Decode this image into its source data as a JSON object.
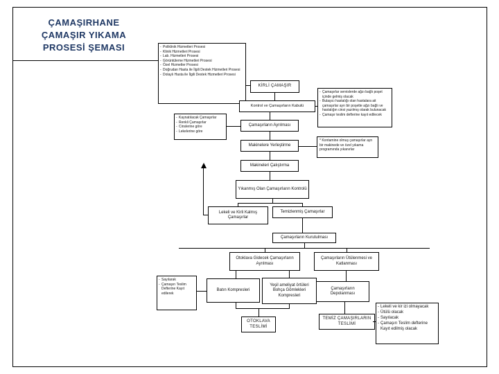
{
  "title": {
    "line1": "ÇAMAŞIRHANE",
    "line2": "ÇAMAŞIR YIKAMA",
    "line3": "PROSESİ ŞEMASI"
  },
  "colors": {
    "title": "#1f3864",
    "line": "#000000",
    "box_border": "#000000"
  },
  "process_list": {
    "items": [
      "Poliklinik Hizmetleri Prosesi",
      "Klinik Hizmetleri Prosesi",
      "Lab. Hizmetleri Prosesi",
      "Görüntüleme Hizmetleri Prosesi",
      "Özel Hizmetler Prosesi",
      "Doğrudan Hasta ile İlgili Destek Hizmetleri Prosesi",
      "Dolaylı Hasta ile İlgili Destek Hizmetleri Prosesi"
    ]
  },
  "flow": {
    "kirli_camasir": "KİRLİ ÇAMAŞIR",
    "kontrol_kabul": "Kontrol ve Çamaşırların Kabulü",
    "ayrilma": "Çamaşırların Ayrılması",
    "makinelere_yerlestirme": "Makinelere Yerleştirme",
    "makineleri_calistirma": "Makineleri Çalıştırma",
    "yikanmis_kontrol": "Yıkanmış Olan Çamaşırların Kontrolü",
    "lekeli_kirli": "Lekeli ve Kirli Kalmış Çamaşırlar",
    "temizlenmis": "Temizlenmiş Çamaşırlar",
    "kurutulma": "Çamaşırların Kurutulması",
    "otoklava_ayrilma": "Otoklava Gidecek Çamaşırların Ayrılması",
    "utulenme": "Çamaşırların Ütülenmesi ve Katlanması",
    "batin_kompresleri": "Batın Kompresleri",
    "yesil_ameliyat_lines": [
      "Yeşil ameliyat örtüleri",
      "Bohça Gömlekleri",
      "Kompresleri"
    ],
    "depolanma": "Çamaşırların Depolanması",
    "otoklava_teslim": "OTOKLAVA TESLİMİ",
    "temiz_teslim": "TEMİZ ÇAMAŞIRLARIN TESLİMİ"
  },
  "notes": {
    "kabul_notes": [
      "Çamaşırlar servislerde ağzı bağlı poşet içinde gelmiş olacak",
      "Bulaşıcı hastalığı olan hastalara ait çamaşırlar ayrı bir poşette ağzı bağlı ve hastalığın cinsi yazılmış olarak bulunacak",
      "Çamaşır teslim defterine kayıt edilecek"
    ],
    "ayirma_kriterleri": [
      "Kaynatılacak Çamaşırlar",
      "Renkli Çamaşırlar",
      "Cinslerine göre",
      "Lekelerine göre"
    ],
    "kontamine_note": "* Kontamine olmuş çamaşırlar ayrı bir makinede ve özel yıkama programında yıkanırlar",
    "sayim_notes": [
      "Sayılarak",
      "Çamaşırı Teslim Defterine Kayıt edilerek"
    ],
    "teslim_notes": [
      "Lekeli ve kir izi olmayacak",
      "Ütülü olacak",
      "Sayılacak",
      "Çamaşırı Teslim defterine Kayıt edilmiş olacak"
    ]
  }
}
